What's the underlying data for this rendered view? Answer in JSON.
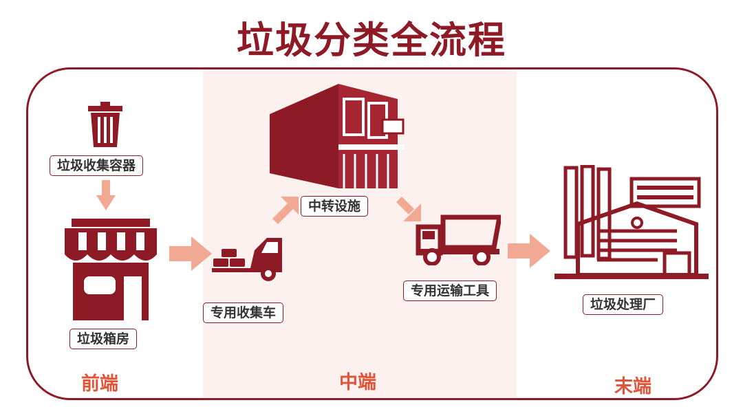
{
  "title": "垃圾分类全流程",
  "items": {
    "container": "垃圾收集容器",
    "room": "垃圾箱房",
    "truck": "专用收集车",
    "facility": "中转设施",
    "transport": "专用运输工具",
    "plant": "垃圾处理厂"
  },
  "sections": {
    "front": "前端",
    "middle": "中端",
    "end": "末端"
  },
  "colors": {
    "primary": "#8e1a26",
    "arrow": "#f2a993",
    "section_text": "#e0553a",
    "middle_band": "#fcf1ee"
  }
}
